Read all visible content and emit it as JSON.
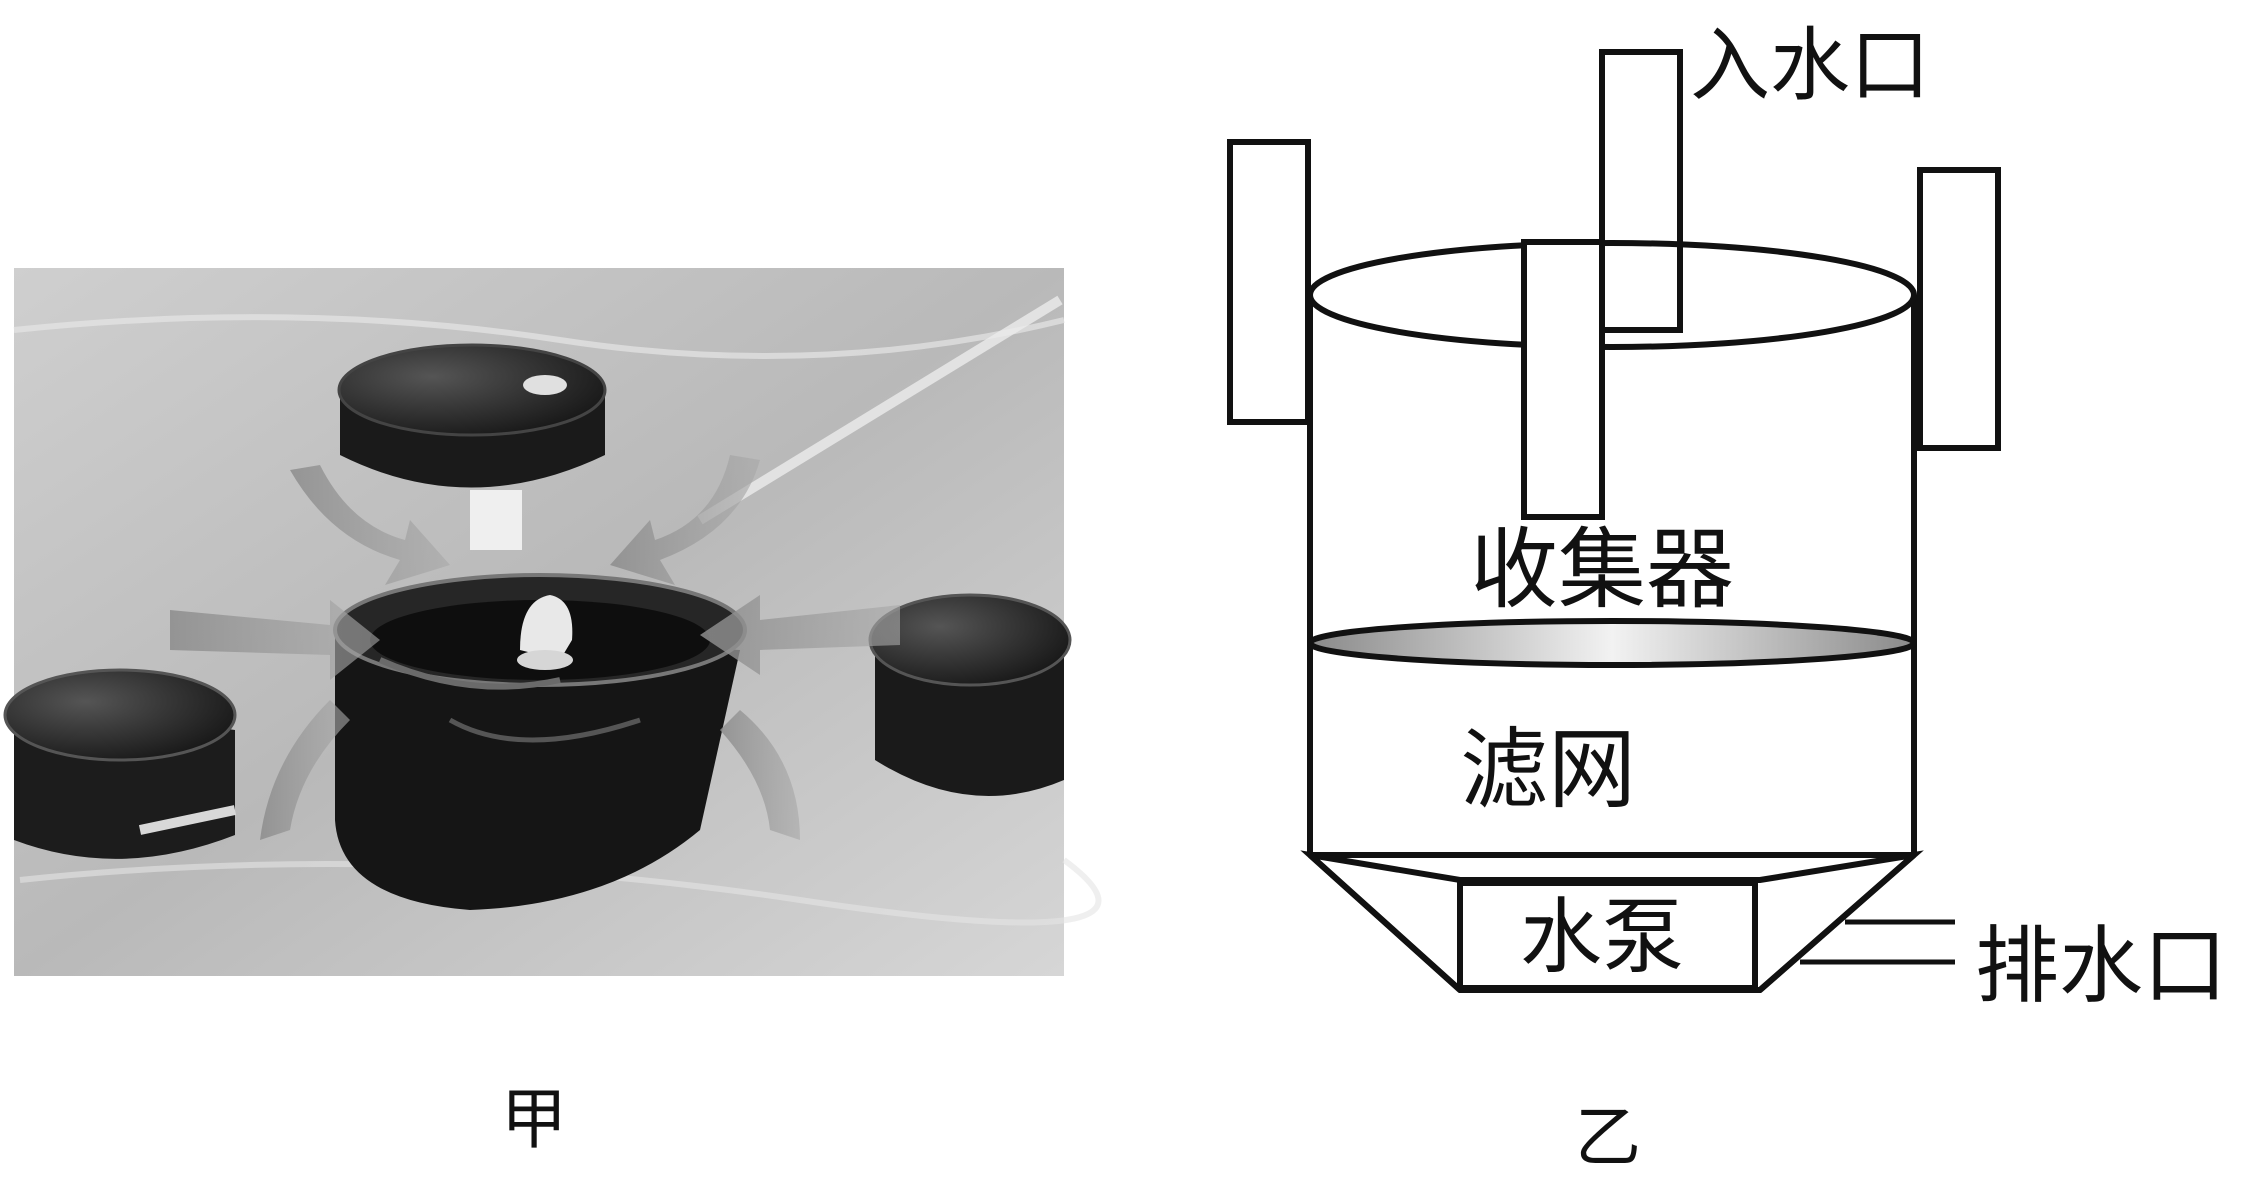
{
  "figure_jia": {
    "caption": "甲"
  },
  "figure_yi": {
    "caption": "乙",
    "labels": {
      "inlet": "入水口",
      "collector": "收集器",
      "filter": "滤网",
      "pump": "水泵",
      "outlet": "排水口"
    }
  }
}
